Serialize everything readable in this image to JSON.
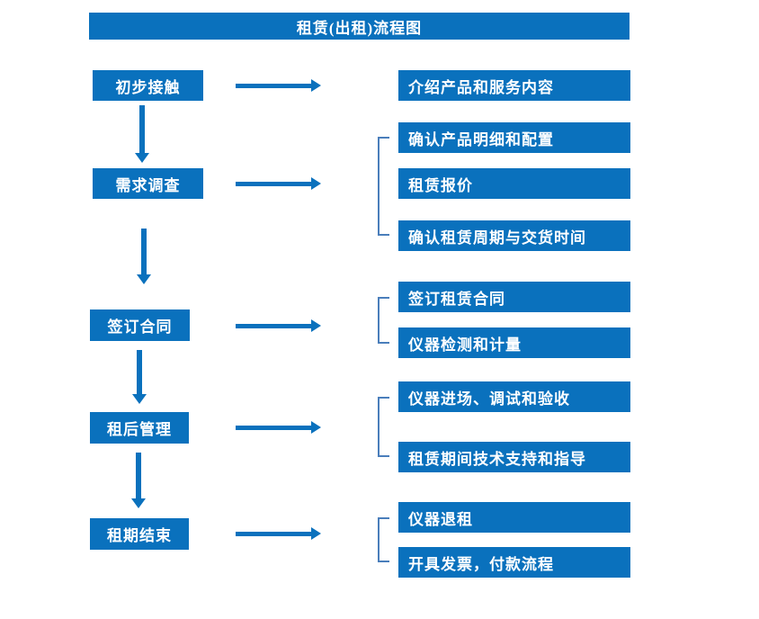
{
  "title": "租赁(出租)流程图",
  "colors": {
    "accent": "#0a71bd",
    "bracket": "#4a7ebb",
    "text": "#ffffff",
    "background": "#ffffff"
  },
  "stages": [
    {
      "label": "初步接触",
      "outputs": [
        "介绍产品和服务内容"
      ]
    },
    {
      "label": "需求调查",
      "outputs": [
        "确认产品明细和配置",
        "租赁报价",
        "确认租赁周期与交货时间"
      ]
    },
    {
      "label": "签订合同",
      "outputs": [
        "签订租赁合同",
        "仪器检测和计量"
      ]
    },
    {
      "label": "租后管理",
      "outputs": [
        "仪器进场、调试和验收",
        "租赁期间技术支持和指导"
      ]
    },
    {
      "label": "租期结束",
      "outputs": [
        "仪器退租",
        "开具发票，付款流程"
      ]
    }
  ]
}
